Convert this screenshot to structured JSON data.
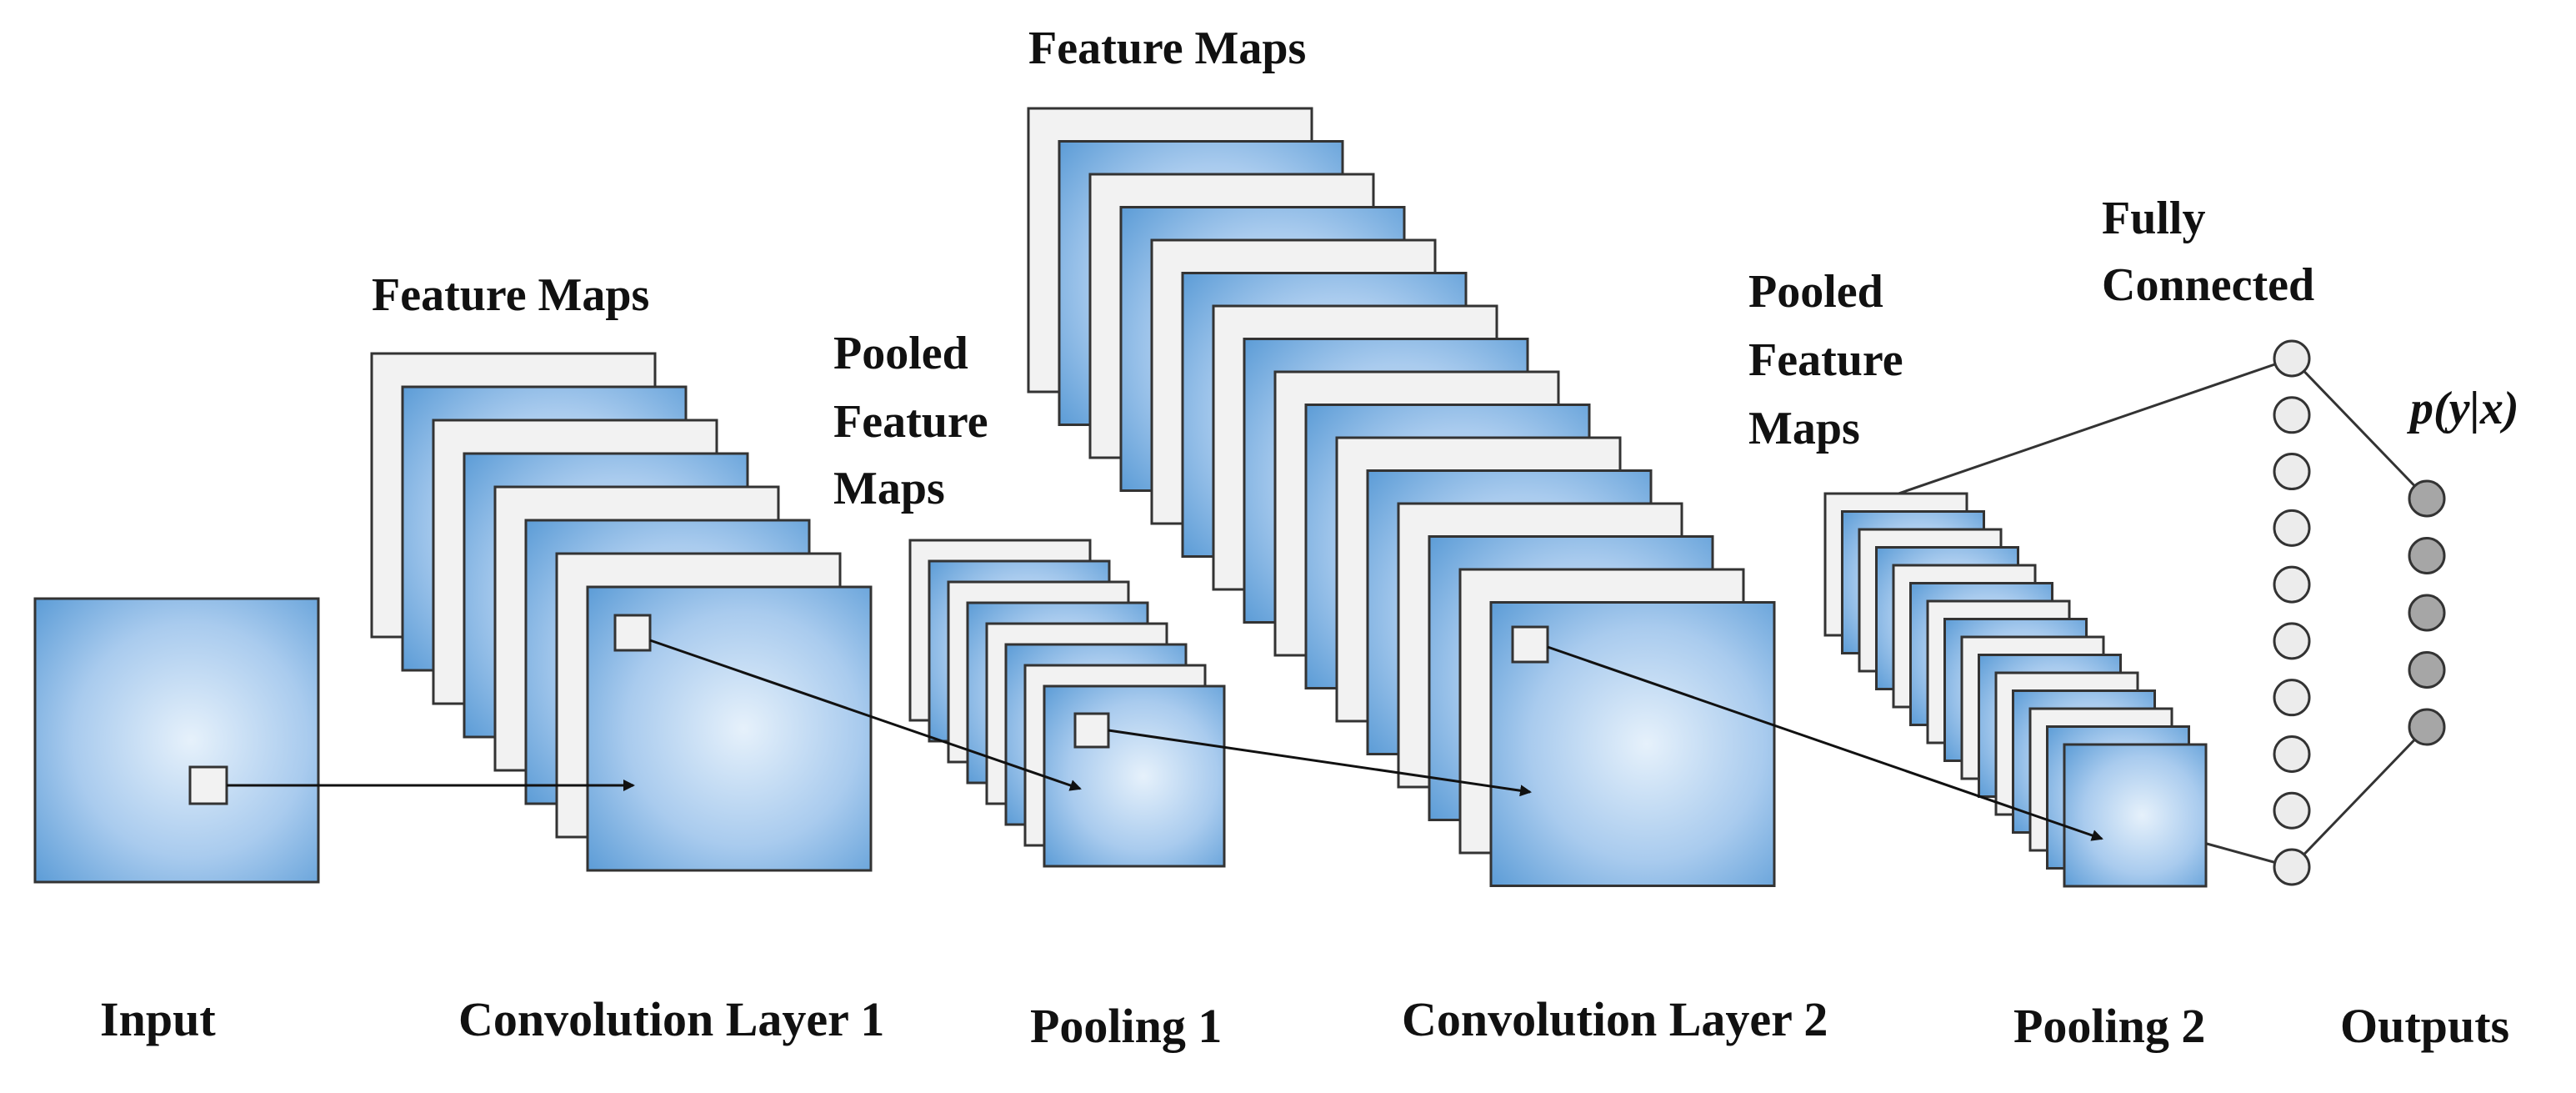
{
  "labels": {
    "feature_maps_1": "Feature Maps",
    "pooled_1": [
      "Pooled",
      "Feature",
      "Maps"
    ],
    "feature_maps_2": "Feature Maps",
    "pooled_2": [
      "Pooled",
      "Feature",
      "Maps"
    ],
    "fully_connected": [
      "Fully",
      "Connected"
    ],
    "output_prob": "p(y|x)"
  },
  "stages": {
    "input": "Input",
    "conv1": "Convolution Layer 1",
    "pool1": "Pooling 1",
    "conv2": "Convolution Layer 2",
    "pool2": "Pooling 2",
    "outputs": "Outputs"
  },
  "colors": {
    "map_blue_center": "#e6f1fb",
    "map_blue_edge": "#5a9bd6",
    "map_white": "#f2f2f2",
    "outline": "#333333",
    "fc_node": "#ececec",
    "output_node": "#a6a6a6"
  },
  "network": {
    "fully_connected_nodes": 10,
    "output_nodes": 5
  }
}
